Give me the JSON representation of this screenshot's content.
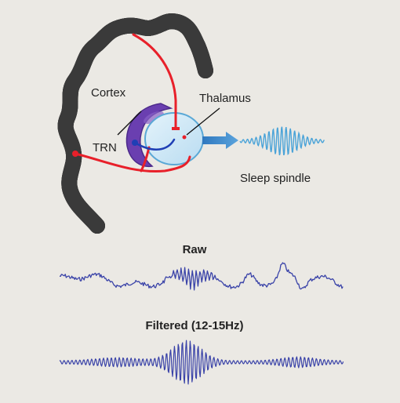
{
  "diagram": {
    "labels": {
      "cortex": "Cortex",
      "thalamus": "Thalamus",
      "trn": "TRN",
      "sleep_spindle": "Sleep spindle"
    },
    "traces": {
      "raw_title": "Raw",
      "filtered_title": "Filtered (12-15Hz)"
    },
    "colors": {
      "background": "#ebe9e4",
      "cortex_band": "#555555",
      "projection_red": "#e8202a",
      "trn_purple": "#6a3fb0",
      "thalamus_fill": "#cfe8f6",
      "thalamus_stroke": "#5aa8d6",
      "arrow_blue": "#3a86c8",
      "spindle_blue": "#4aa3d8",
      "eeg_trace": "#3a43a8"
    }
  }
}
